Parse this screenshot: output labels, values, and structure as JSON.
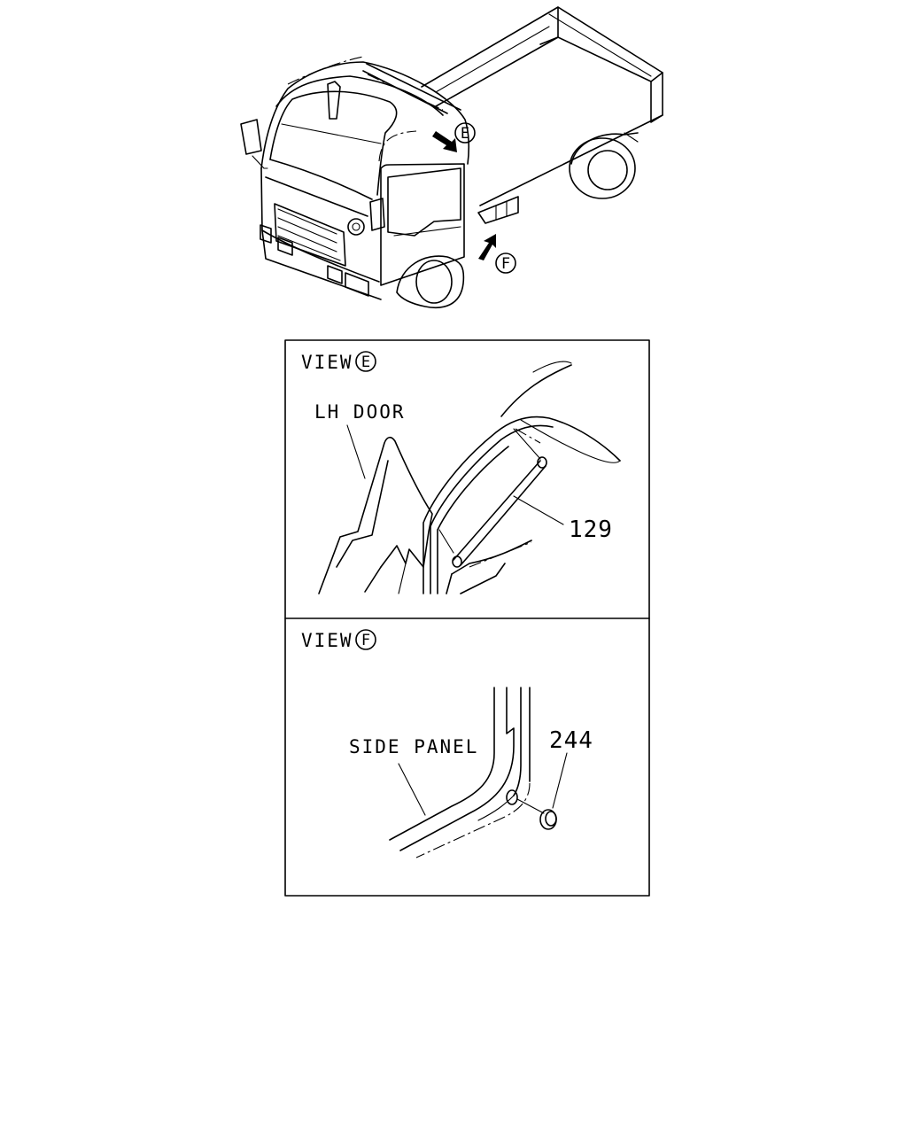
{
  "overview": {
    "arrow_e_label": "E",
    "arrow_f_label": "F"
  },
  "view_e": {
    "title_prefix": "VIEW",
    "title_letter": "E",
    "door_label": "LH DOOR",
    "part_number": "129"
  },
  "view_f": {
    "title_prefix": "VIEW",
    "title_letter": "F",
    "panel_label": "SIDE PANEL",
    "part_number": "244"
  }
}
